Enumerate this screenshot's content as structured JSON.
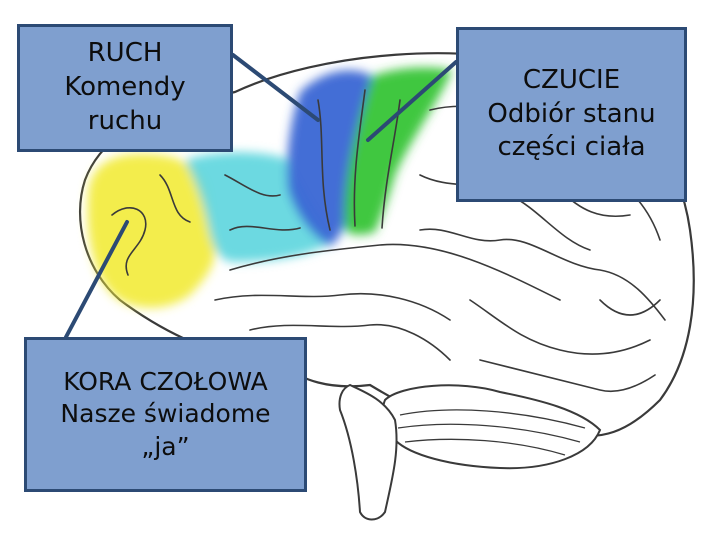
{
  "labels": {
    "ruch": {
      "lines": [
        "RUCH",
        "Komendy",
        "ruchu"
      ]
    },
    "czucie": {
      "lines": [
        "CZUCIE",
        "Odbiór stanu",
        "części ciała"
      ]
    },
    "kora": {
      "lines": [
        "KORA CZOŁOWA",
        "Nasze świadome",
        "„ja”"
      ]
    }
  },
  "colors": {
    "label_fill": "#7f9fcf",
    "label_border": "#2c4a74",
    "motor_cortex": "#3a66d4",
    "sensory_cortex": "#36c436",
    "premotor_area": "#5fd6de",
    "frontal_cortex": "#f2ec3c",
    "outline": "#3a3a3a"
  }
}
